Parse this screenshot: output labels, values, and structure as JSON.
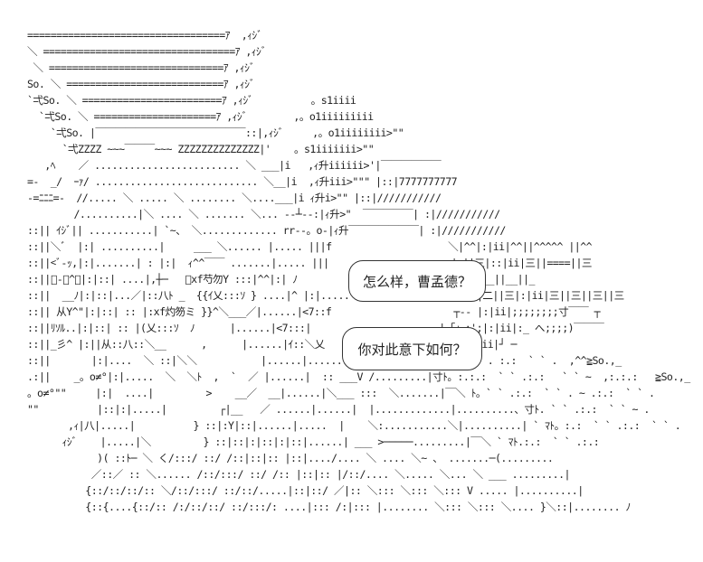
{
  "art": {
    "lines": [
      "==================================ｱ  ,ｨｼﾞ",
      "＼ =================================ｱ ,ｨｼﾞ",
      " ＼ ==============================ｱ ,ｨｼﾞ",
      "So. ＼ ===========================ｱ ,ｨｼﾞ",
      "`弌So. ＼ ========================ｱ ,ｨｼﾞ          。s1iiii",
      "  `弌So. ＼ =====================ｱ ,ｨｼﾞ        ,。o1iiiiiiiii",
      "    `弌So. |￣￣￣￣￣￣￣￣￣￣￣￣￣￣￣::|,ｨｼﾞ     ,。o1iiiiiiii>\"\"",
      "      `弌ZZZZ ~~~￣￣￣~~~ ZZZZZZZZZZZZZZ|'    。s1iiiiiii>\"\"",
      "   ,ﾍ    ／ ......................... ＼ ___|i   ,ｨ升iiiiii>'|￣￣￣￣￣￣",
      "=-  _/  ｰｧ/ ............................ ＼__|i  ,ｨ升iii>\"\"\" |::|7777777777",
      "-=ﾆﾆﾆ=-  //..... ＼ ..... ＼ ........ ＼....___|i ｨ升i>\"\" |::|///////////",
      "        /..........|＼ .... ＼ ....... ＼... ‐‐┴‐‐:|ｨ升>\"  ￣￣￣￣￣| :|///////////",
      "::|| ｲｼﾞ|| ...........| `~、 ＼............. rr‐-。o‐|ｨ升￣￣￣￣￣￣￣| :|///////////",
      "::||＼ﾞ  |:| ..........|     ___ ＼...... |..... |||f                    ＼|^^|:|ii|^^||^^^^^ ||^^",
      "::||<ﾞ‐ｯ,|:|.......| : |:|  ｨ^^￣￣ .......|..... |||                     |:||三|::|ii|三||====||三",
      "::||ﾞ‐ﾞ^、|:|::| ....|,┼─   ／xf芍勿Y :::|^^|:| ﾉ                   ﾉ|_|:|ii|__||__||__||_",
      "::||  __ﾉ|:|::|...／|::八ﾄ _  {{ｲ乂:::ｿ } ....|^ |:|.....＼ ‐|:|:i|:|二||二||回||二||三|:|ii|三||三||三||三",
      "::|| 从Y^\"|:|::| :: |:xf灼笏ミ }}^＼___／|......|<7::f                     ┬‐‐ |:|ii|;;;;;;;;寸￣￣ ┬",
      "::||ﾘｿﾙ..|:|::| :: |(乂:::ｿ  ﾉ      |......|<7:::|                      |「」;';|:|ii|:_ へ;;;;)￣￣￣",
      "::||_彡^ |:||从::八::＼__      ,      |......|ｲ::＼乂                   So.,_|:|ii|┘ ─",
      "::||       |:|....  ＼ ::|＼＼           |......|.......＼:: |:|￣＼ ﾄ:.:.:  ` ` . :.:  ` ` .  ,^^≧So.,_",
      ".:||    _。o≠°|:|.....  ＼  ＼ﾄ  ,  `  ／ |......|  :: ___V /.........|寸ﾄ。:.:.:  ` ` .:.:   ` ` ~  ,:.:.:   ≧So.,_",
      "。o≠°\"\"     |:|  ....|         >    __／  __|......|＼___ :::  ＼.......|￣＼ ﾄ。` ` .:.:  ` ` . ~ .:.:  ` ` .",
      "\"\"          |::|:|.....|         ┌|__   ／ ......|......|  |.............|..........、寸ﾄ. ` ` .:.:  ` ` ~ .",
      "       ,ｨ|八|.....|          } ::|:Y|::|......|.....  |    ＼:...........＼|..........| ` ﾏﾄ。:.:  ` ` .:.:  ` ` .",
      "      ｨｼﾞ    |.....|＼         } ::|::|:|::|:|::|......| ___ >─────.........|￣＼ ` ﾏﾄ.:.:  ` ` .:.:",
      "            )( ::ﾄ─ ＼ く/:::/ ::/ /::|::|:: |::|..../.... ＼ .... ＼~ 、 .......─(.........",
      "           ／::／ :: ＼...... /::/:::/ ::/ /:: |::|:: |/::/.... ＼..... ＼... ＼ ___ .........|",
      "          {::/::/::/:: ＼/::/:::/ ::/::/.....|::|::/ ／|:: ＼::: ＼::: ＼::: V ..... |..........|",
      "          {::{....{::/:: /:/::/::/ ::/:::/: ....|::: /:|::: |........ ＼::: ＼::: ＼.... }＼::|........ ﾉ"
    ]
  },
  "bubbles": [
    {
      "text": "怎么样，曹孟德？"
    },
    {
      "text": "你对此意下如何？"
    }
  ]
}
